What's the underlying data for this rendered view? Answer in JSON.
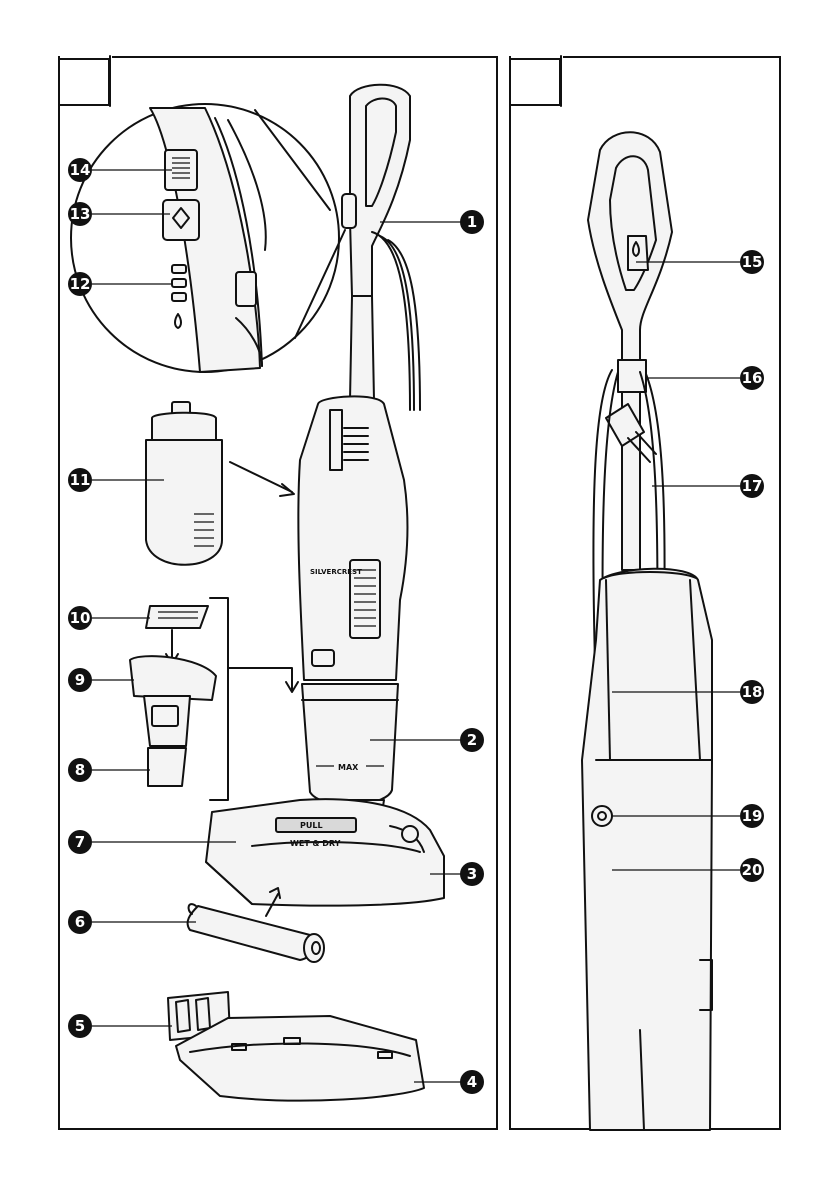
{
  "page": {
    "title": ""
  },
  "panels": [
    {
      "id": "A",
      "tab_label": ""
    },
    {
      "id": "B",
      "tab_label": ""
    }
  ],
  "callouts": [
    {
      "number": "1"
    },
    {
      "number": "2"
    },
    {
      "number": "3"
    },
    {
      "number": "4"
    },
    {
      "number": "5"
    },
    {
      "number": "6"
    },
    {
      "number": "7"
    },
    {
      "number": "8"
    },
    {
      "number": "9"
    },
    {
      "number": "10"
    },
    {
      "number": "11"
    },
    {
      "number": "12"
    },
    {
      "number": "13"
    },
    {
      "number": "14"
    },
    {
      "number": "15"
    },
    {
      "number": "16"
    },
    {
      "number": "17"
    },
    {
      "number": "18"
    },
    {
      "number": "19"
    },
    {
      "number": "20"
    }
  ],
  "product_text": {
    "brand": "SILVERCREST",
    "mode": "WET & DRY",
    "pull": "PULL",
    "max": "MAX"
  },
  "colors": {
    "ink": "#111111",
    "badge": "#111111",
    "badge_text": "#ffffff",
    "body_fill": "#f4f4f4"
  }
}
